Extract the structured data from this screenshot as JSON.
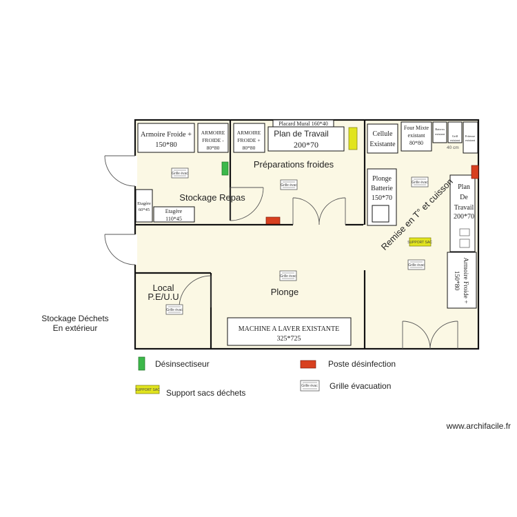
{
  "colors": {
    "floor": "#fbf8e4",
    "desinsectiseur": "#3cb84a",
    "poste": "#d8401f",
    "support": "#e1e41d",
    "wall": "#111111"
  },
  "rooms": {
    "stockage_repas": "Stockage Repas",
    "preparations_froides": "Préparations froides",
    "remise": "Remise en T° et cuisson",
    "plonge": "Plonge",
    "local_1": "Local",
    "local_2": "P.E/U.U",
    "exterior_1": "Stockage Déchets",
    "exterior_2": "En extérieur"
  },
  "equipment": {
    "armoire_froide_1": {
      "l1": "Armoire Froide +",
      "l2": "150*80"
    },
    "armoire_froide_2": {
      "l1": "ARMOIRE",
      "l2": "FROIDE -",
      "l3": "80*80"
    },
    "armoire_froide_3": {
      "l1": "ARMOIRE",
      "l2": "FROIDE +",
      "l3": "80*80"
    },
    "placard": "Placard Mural 160*40",
    "plan_travail_1": {
      "l1": "Plan de Travail",
      "l2": "200*70"
    },
    "cellule": {
      "l1": "Cellule",
      "l2": "Existante"
    },
    "four": {
      "l1": "Four Mixte",
      "l2": "existant",
      "l3": "80*80"
    },
    "bain": {
      "l1": "Bain-m",
      "l2": "existant"
    },
    "grill": {
      "l1": "Grill",
      "l2": "existant"
    },
    "friteuse": {
      "l1": "Friteuse",
      "l2": "existant"
    },
    "dim_40": "40 cm",
    "plonge_batterie": {
      "l1": "Plonge",
      "l2": "Batterie",
      "l3": "150*70"
    },
    "plan_travail_2": {
      "l1": "Plan",
      "l2": "De",
      "l3": "Travail",
      "l4": "200*70"
    },
    "armoire_froide_4": {
      "l1": "Armoire Froide +",
      "l2": "150*80"
    },
    "etagere_1": {
      "l1": "Etagère",
      "l2": "60*45"
    },
    "etagere_2": {
      "l1": "Etagère",
      "l2": "110*45"
    },
    "machine": {
      "l1": "MACHINE A LAVER EXISTANTE",
      "l2": "325*725"
    },
    "grille_tag": "Grille évac",
    "support_tag": "SUPPORT SAC"
  },
  "legend": {
    "desinsectiseur": "Désinsectiseur",
    "poste": "Poste désinfection",
    "support": "Support sacs déchets",
    "grille": "Grille évacuation"
  },
  "watermark": "www.archifacile.fr"
}
